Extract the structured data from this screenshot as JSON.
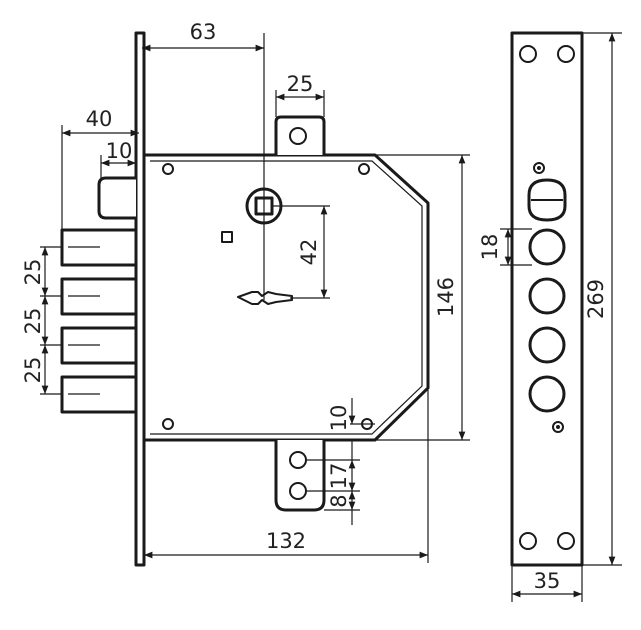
{
  "diagram": {
    "dims": {
      "d63": "63",
      "d25_top": "25",
      "d40": "40",
      "d10_left": "10",
      "d42": "42",
      "d25_a": "25",
      "d25_b": "25",
      "d25_c": "25",
      "d146": "146",
      "d10_bottom": "10",
      "d17": "17",
      "d8": "8",
      "d132": "132",
      "d18": "18",
      "d269": "269",
      "d35": "35"
    }
  }
}
